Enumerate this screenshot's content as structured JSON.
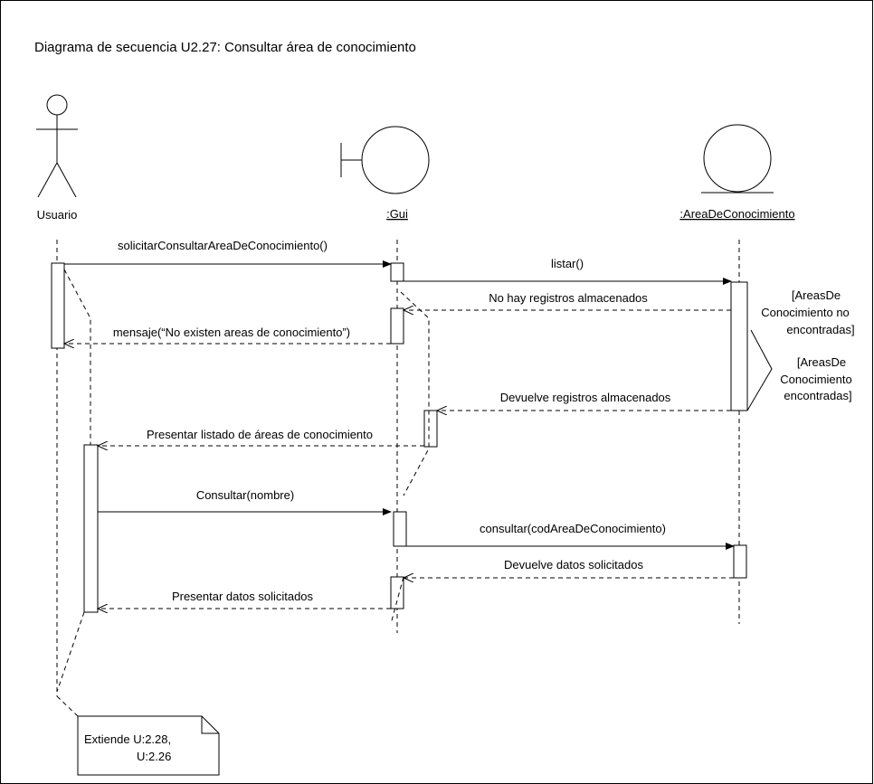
{
  "title": "Diagrama de secuencia U2.27: Consultar área de conocimiento",
  "participants": {
    "actor": "Usuario",
    "gui": ":Gui",
    "entity": ":AreaDeConocimiento"
  },
  "messages": [
    "solicitarConsultarAreaDeConocimiento()",
    "listar()",
    "No hay registros almacenados",
    "mensaje(“No existen areas de conocimiento”)",
    "Devuelve registros almacenados",
    "Presentar listado de áreas de conocimiento",
    "Consultar(nombre)",
    "consultar(codAreaDeConocimiento)",
    "Devuelve datos solicitados",
    "Presentar datos solicitados"
  ],
  "guards": {
    "not_found": [
      "[AreasDe",
      "Conocimiento no",
      "encontradas]"
    ],
    "found": [
      "[AreasDe",
      "Conocimiento",
      "encontradas]"
    ]
  },
  "note": [
    "Extiende U:2.28,",
    "U:2.26"
  ]
}
